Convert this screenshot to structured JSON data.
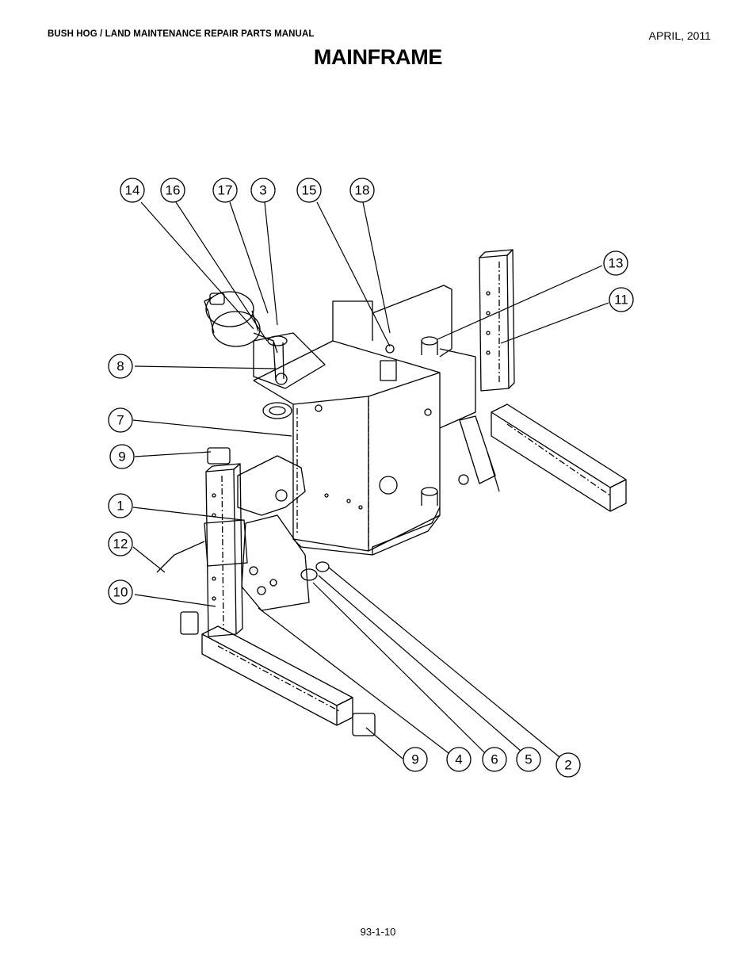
{
  "header": {
    "manual_title": "BUSH HOG / LAND MAINTENANCE REPAIR PARTS MANUAL",
    "date": "APRIL, 2011"
  },
  "page_title": "MAINFRAME",
  "diagram": {
    "callouts": [
      "14",
      "16",
      "17",
      "3",
      "15",
      "18",
      "13",
      "11",
      "8",
      "7",
      "9",
      "1",
      "12",
      "10",
      "9",
      "4",
      "6",
      "5",
      "2"
    ]
  },
  "footer": {
    "page_number": "93-1-10"
  }
}
